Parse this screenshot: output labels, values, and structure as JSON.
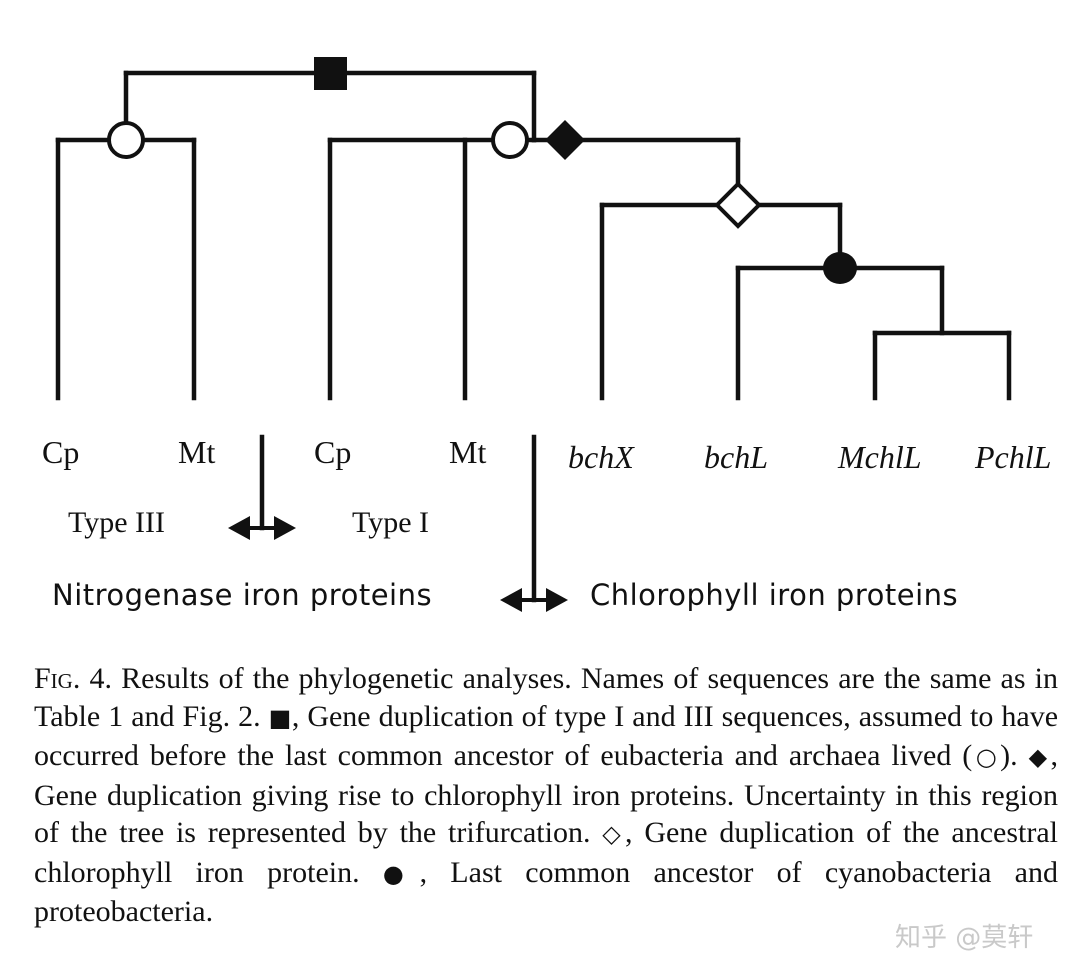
{
  "leaves": {
    "cp_type3": "Cp",
    "mt_type3": "Mt",
    "cp_type1": "Cp",
    "mt_type1": "Mt",
    "bchx": "bchX",
    "bchl": "bchL",
    "mchll": "MchlL",
    "pchll": "PchlL"
  },
  "type_labels": {
    "type3": "Type III",
    "type1": "Type I"
  },
  "group_labels": {
    "nitrogenase": "Nitrogenase iron proteins",
    "chlorophyll": "Chlorophyll iron proteins"
  },
  "caption": {
    "label": "Fig. 4.",
    "part1": "Results of the phylogenetic analyses. Names of sequences are the same as in Table 1 and Fig. 2.",
    "sym_square": "■",
    "part2": ", Gene duplication of type I and III sequences, assumed to have occurred before the last common ancestor of eubacteria and archaea lived (",
    "sym_circle": "○",
    "part3": ").",
    "sym_diamond_filled": "◆",
    "part4": ", Gene duplication giving rise to chlorophyll iron proteins. Uncertainty in this region of the tree is represented by the trifurcation.",
    "sym_diamond_open": "◇",
    "part5": ", Gene duplication of the ancestral chlorophyll iron protein.",
    "sym_dot": "●",
    "part6": ", Last common ancestor of cyanobacteria and proteobacteria."
  },
  "watermark": "知乎 @莫轩"
}
